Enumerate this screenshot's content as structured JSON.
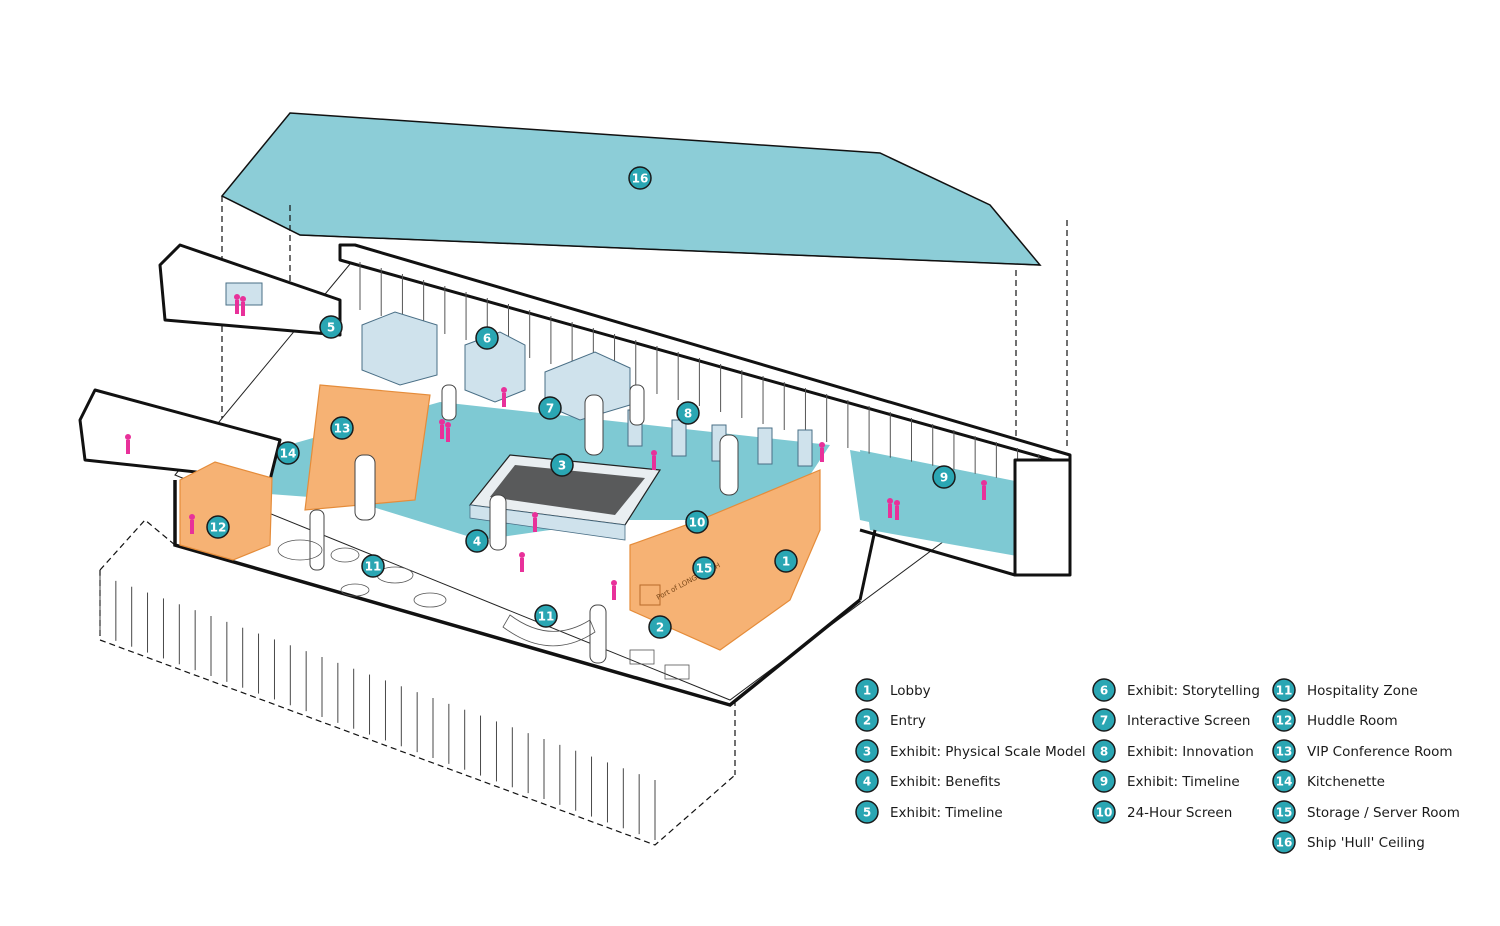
{
  "colors": {
    "accent_teal": "#2aa6b3",
    "floor_teal": "#7ec9d3",
    "orange_rooms": "#f6b274",
    "people_pink": "#e8319a"
  },
  "markers_on_plan": [
    "16",
    "5",
    "6",
    "7",
    "8",
    "13",
    "14",
    "3",
    "9",
    "12",
    "10",
    "15",
    "1",
    "4",
    "11",
    "11",
    "2"
  ],
  "legend": [
    {
      "num": "1",
      "label": "Lobby"
    },
    {
      "num": "2",
      "label": "Entry"
    },
    {
      "num": "3",
      "label": "Exhibit: Physical Scale Model"
    },
    {
      "num": "4",
      "label": "Exhibit: Benefits"
    },
    {
      "num": "5",
      "label": "Exhibit: Timeline"
    },
    {
      "num": "6",
      "label": "Exhibit: Storytelling"
    },
    {
      "num": "7",
      "label": "Interactive Screen"
    },
    {
      "num": "8",
      "label": "Exhibit: Innovation"
    },
    {
      "num": "9",
      "label": "Exhibit: Timeline"
    },
    {
      "num": "10",
      "label": "24-Hour Screen"
    },
    {
      "num": "11",
      "label": "Hospitality Zone"
    },
    {
      "num": "12",
      "label": "Huddle Room"
    },
    {
      "num": "13",
      "label": "VIP Conference Room"
    },
    {
      "num": "14",
      "label": "Kitchenette"
    },
    {
      "num": "15",
      "label": "Storage / Server Room"
    },
    {
      "num": "16",
      "label": "Ship 'Hull' Ceiling"
    }
  ],
  "signage": {
    "wall_sign": "Port of LONG BEACH"
  }
}
